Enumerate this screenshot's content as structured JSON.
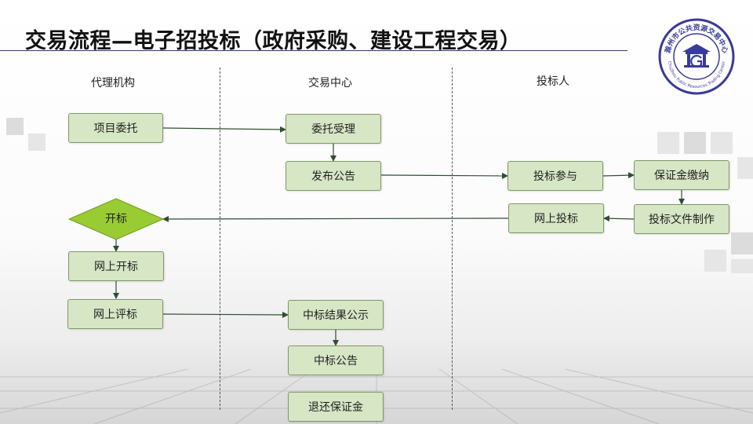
{
  "slide": {
    "title": "交易流程—电子招投标（政府采购、建设工程交易）"
  },
  "logo": {
    "icon": "public-resources-trading-center-logo",
    "text_cn": "滁州市公共资源交易中心",
    "text_en": "ChuZhou Public Resources Trading Center"
  },
  "columns": [
    {
      "label": "代理机构"
    },
    {
      "label": "交易中心"
    },
    {
      "label": "投标人"
    }
  ],
  "steps": {
    "xiangmu_weituo": "项目委托",
    "weituo_shouli": "委托受理",
    "fabu_gonggao": "发布公告",
    "toubiao_canyu": "投标参与",
    "baozhengjin_jiaona": "保证金缴纳",
    "toubiao_wenjian_zhizuo": "投标文件制作",
    "wangshang_toubiao": "网上投标",
    "kaibiao": "开标",
    "wangshang_kaibiao": "网上开标",
    "wangshang_pingbiao": "网上评标",
    "zhongbiao_jieguo_gongshi": "中标结果公示",
    "zhongbiao_gonggao": "中标公告",
    "tuihuan_baozhengjin": "退还保证金"
  },
  "colors": {
    "box_fill": "#d7e6c5",
    "box_border": "#7f9868",
    "diamond_fill": "#99cc33",
    "arrow": "#2f4f2f",
    "title_rule": "#2a3a6a",
    "logo_color": "#3a3a9a"
  }
}
